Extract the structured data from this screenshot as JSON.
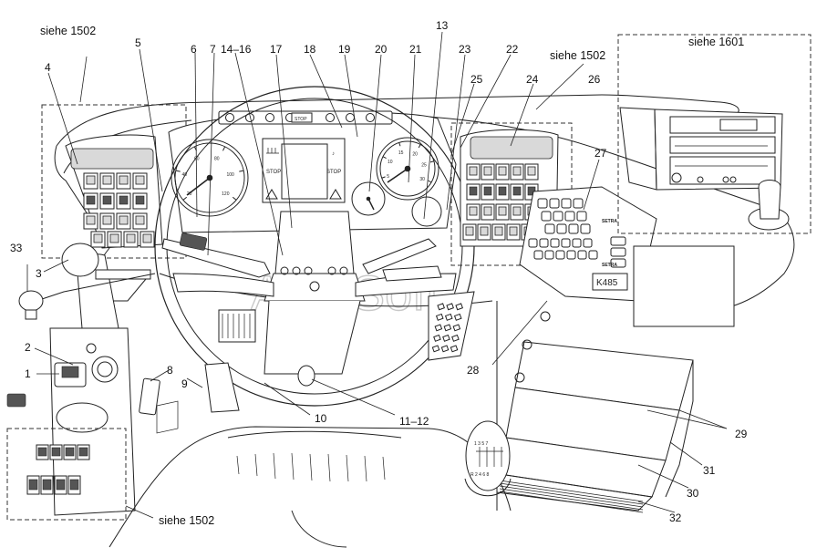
{
  "callouts": [
    {
      "id": "c1",
      "text": "1"
    },
    {
      "id": "c2",
      "text": "2"
    },
    {
      "id": "c3",
      "text": "3"
    },
    {
      "id": "c4",
      "text": "4"
    },
    {
      "id": "c5",
      "text": "5"
    },
    {
      "id": "c6",
      "text": "6"
    },
    {
      "id": "c7",
      "text": "7"
    },
    {
      "id": "c8",
      "text": "8"
    },
    {
      "id": "c9",
      "text": "9"
    },
    {
      "id": "c10",
      "text": "10"
    },
    {
      "id": "c11",
      "text": "11–12"
    },
    {
      "id": "c13",
      "text": "13"
    },
    {
      "id": "c14",
      "text": "14–16"
    },
    {
      "id": "c17",
      "text": "17"
    },
    {
      "id": "c18",
      "text": "18"
    },
    {
      "id": "c19",
      "text": "19"
    },
    {
      "id": "c20",
      "text": "20"
    },
    {
      "id": "c21",
      "text": "21"
    },
    {
      "id": "c22",
      "text": "22"
    },
    {
      "id": "c23",
      "text": "23"
    },
    {
      "id": "c24",
      "text": "24"
    },
    {
      "id": "c25",
      "text": "25"
    },
    {
      "id": "c26",
      "text": "26"
    },
    {
      "id": "c27",
      "text": "27"
    },
    {
      "id": "c28",
      "text": "28"
    },
    {
      "id": "c29",
      "text": "29"
    },
    {
      "id": "c30",
      "text": "30"
    },
    {
      "id": "c31",
      "text": "31"
    },
    {
      "id": "c32",
      "text": "32"
    },
    {
      "id": "c33",
      "text": "33"
    }
  ],
  "references": {
    "top_left": "siehe 1502",
    "top_mid": "siehe 1502",
    "top_right": "siehe 1601",
    "bottom_left": "siehe 1502"
  },
  "panel": {
    "stop_left": "STOP",
    "stop_right": "STOP",
    "stop_top": "STOP",
    "display_code": "K485",
    "brand_a": "SETRA",
    "brand_b": "SETRA"
  },
  "speedometer_ticks": [
    "20",
    "40",
    "60",
    "80",
    "100",
    "120"
  ],
  "rpm_ticks": [
    "5",
    "10",
    "15",
    "20",
    "25",
    "30"
  ],
  "gear_pattern_top": "1 3 5 7",
  "gear_pattern_bottom": "R 2 4 6 8",
  "watermark": "AutoSoft"
}
